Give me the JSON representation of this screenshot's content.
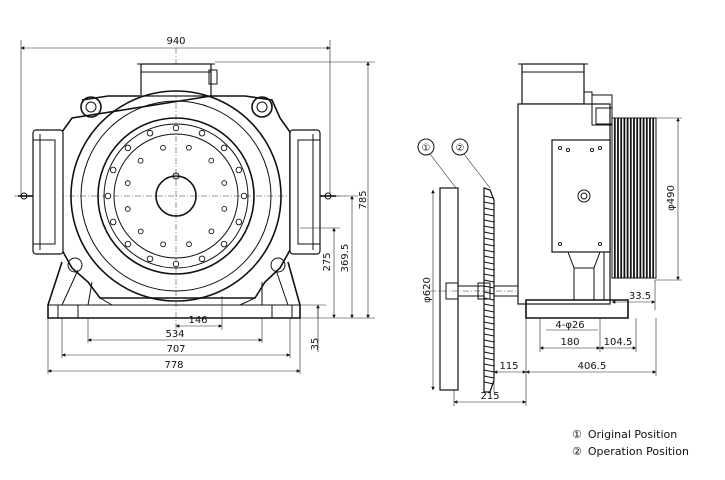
{
  "front_view": {
    "dims": {
      "overall_width": "940",
      "height": "785",
      "shaft_height": "369.5",
      "base_height": "275",
      "foot_offset": "146",
      "bolt_span": "534",
      "base_width": "707",
      "overall_base": "778",
      "base_thickness": "35"
    }
  },
  "side_view": {
    "position_labels": [
      "①",
      "②"
    ],
    "dims": {
      "sheave_diameter": "φ620",
      "motor_diameter": "φ490",
      "small_offset": "33.5",
      "holes": "4-φ26",
      "hole_span": "180",
      "foot_depth": "104.5",
      "sheave_offset": "115",
      "shaft_to_back": "406.5",
      "sheave_travel": "215"
    }
  },
  "legend": {
    "items": [
      {
        "marker": "①",
        "text": "Original Position"
      },
      {
        "marker": "②",
        "text": "Operation Position"
      }
    ]
  }
}
